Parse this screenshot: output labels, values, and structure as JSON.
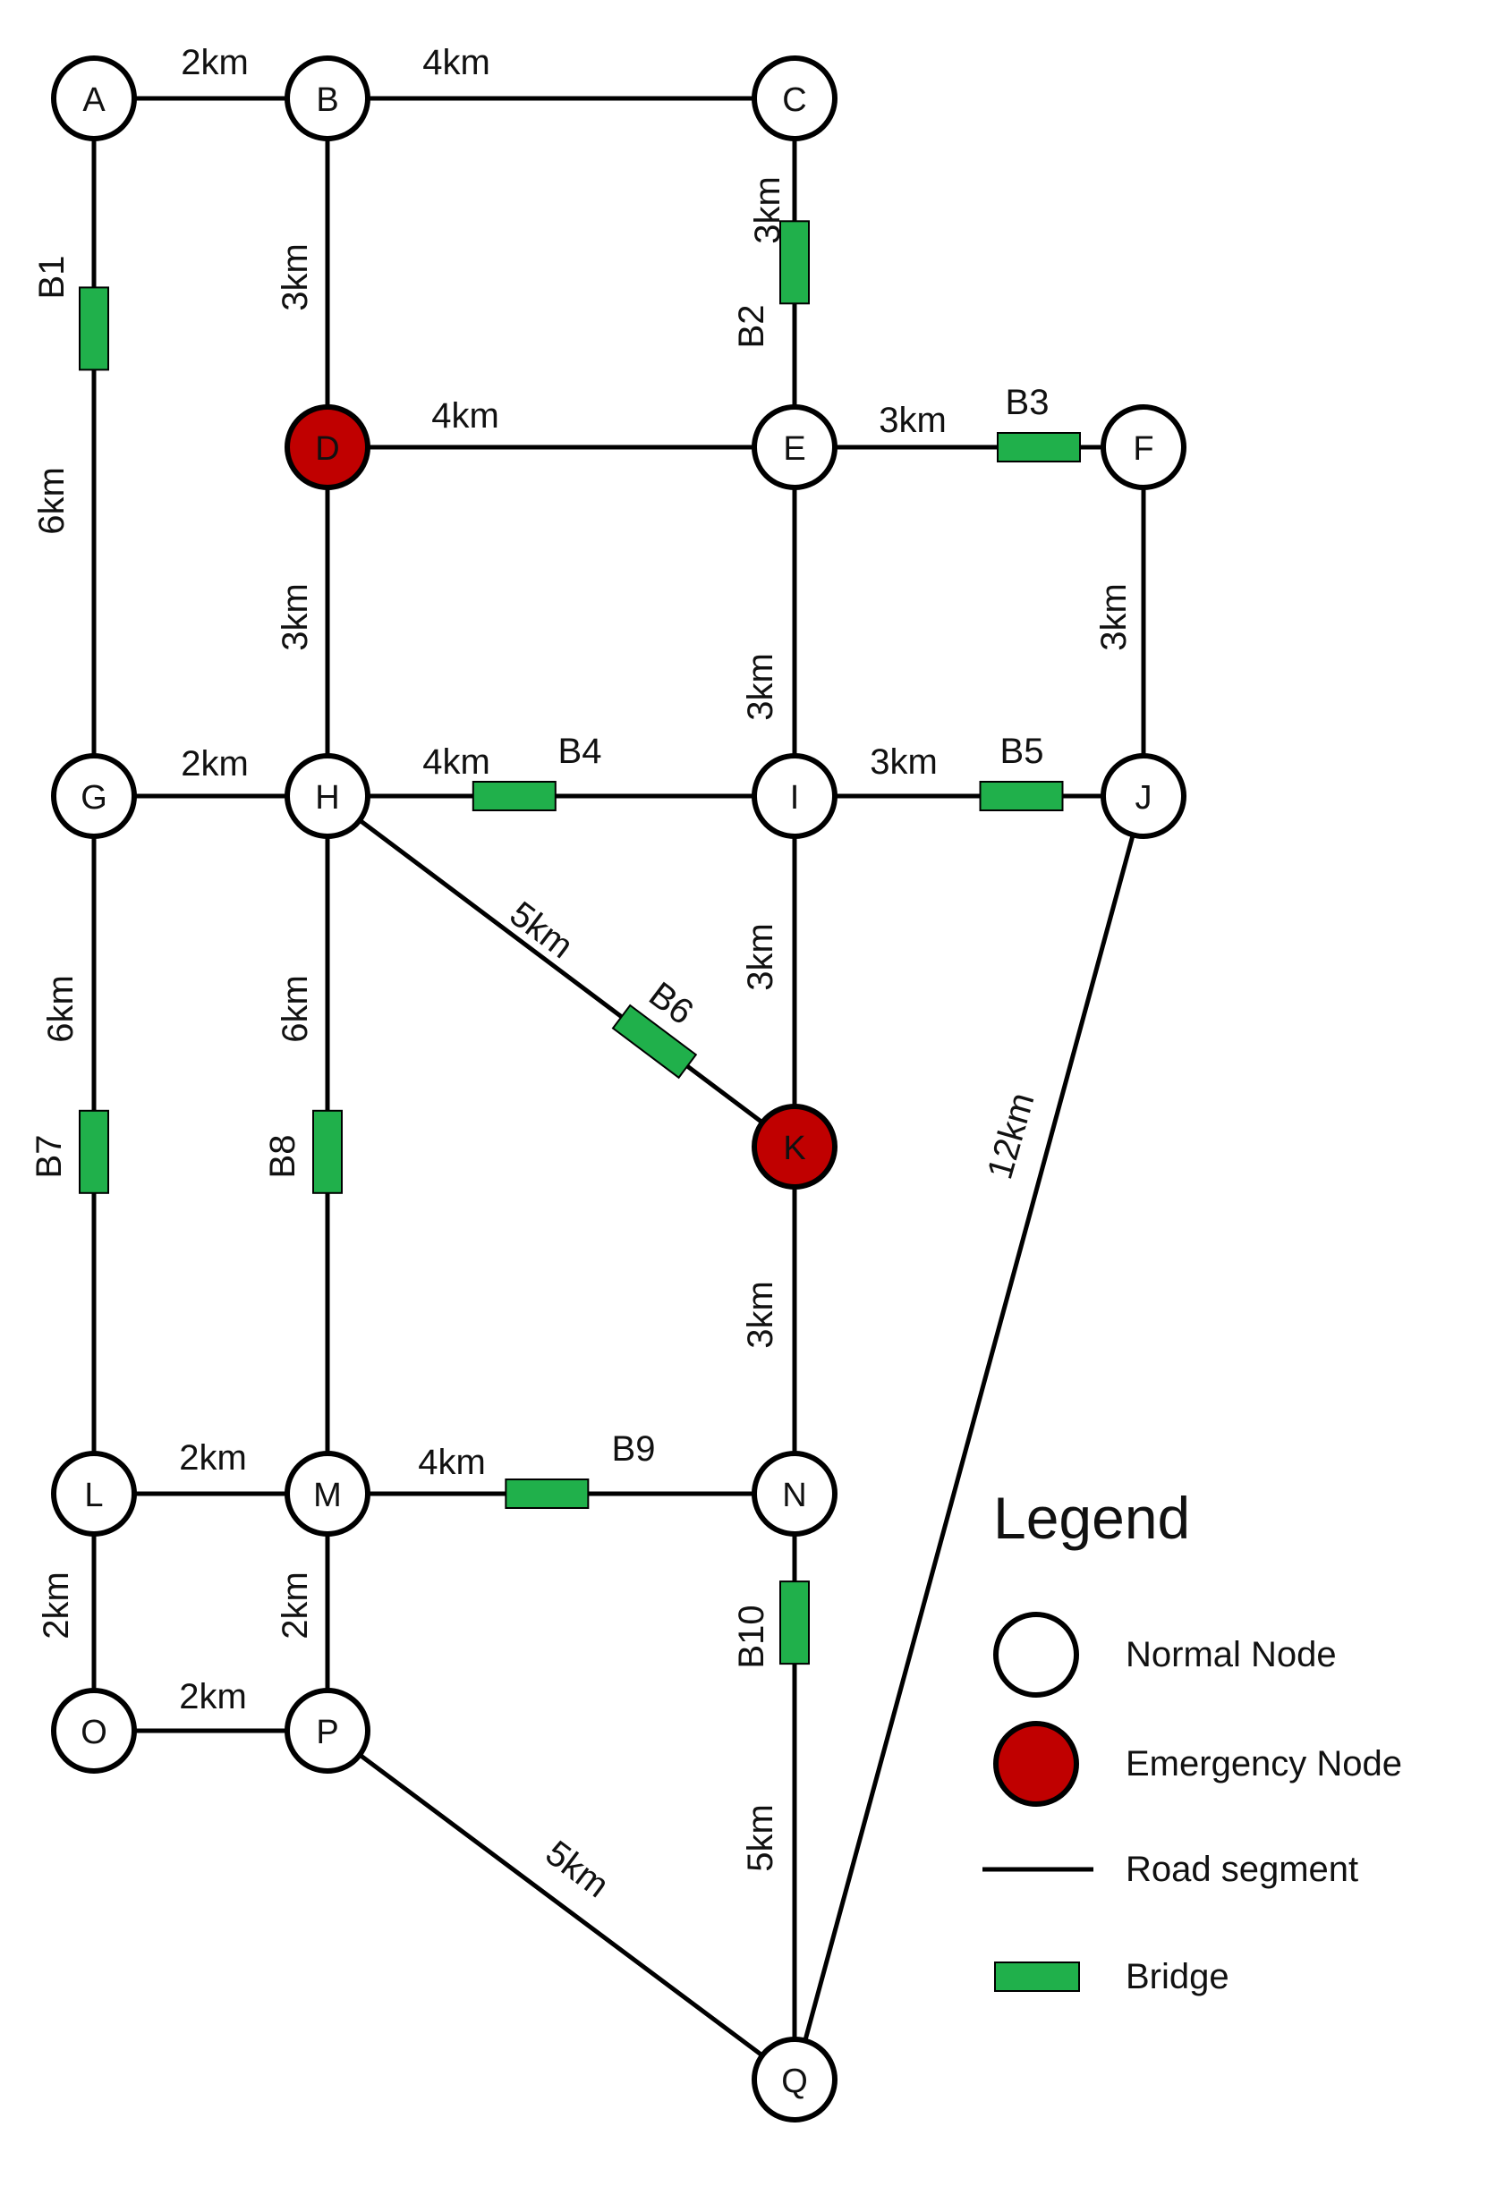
{
  "colors": {
    "normal_node": "#ffffff",
    "emergency_node": "#c00000",
    "bridge": "#20b04b",
    "road": "#000000"
  },
  "nodes": [
    {
      "id": "A",
      "type": "normal"
    },
    {
      "id": "B",
      "type": "normal"
    },
    {
      "id": "C",
      "type": "normal"
    },
    {
      "id": "D",
      "type": "emergency"
    },
    {
      "id": "E",
      "type": "normal"
    },
    {
      "id": "F",
      "type": "normal"
    },
    {
      "id": "G",
      "type": "normal"
    },
    {
      "id": "H",
      "type": "normal"
    },
    {
      "id": "I",
      "type": "normal"
    },
    {
      "id": "J",
      "type": "normal"
    },
    {
      "id": "K",
      "type": "emergency"
    },
    {
      "id": "L",
      "type": "normal"
    },
    {
      "id": "M",
      "type": "normal"
    },
    {
      "id": "N",
      "type": "normal"
    },
    {
      "id": "O",
      "type": "normal"
    },
    {
      "id": "P",
      "type": "normal"
    },
    {
      "id": "Q",
      "type": "normal"
    }
  ],
  "edges": [
    {
      "from": "A",
      "to": "B",
      "length": "2km"
    },
    {
      "from": "B",
      "to": "C",
      "length": "4km"
    },
    {
      "from": "A",
      "to": "G",
      "length": "6km",
      "bridge": "B1"
    },
    {
      "from": "B",
      "to": "D",
      "length": "3km"
    },
    {
      "from": "C",
      "to": "E",
      "length": "3km",
      "bridge": "B2"
    },
    {
      "from": "D",
      "to": "E",
      "length": "4km"
    },
    {
      "from": "E",
      "to": "F",
      "length": "3km",
      "bridge": "B3"
    },
    {
      "from": "D",
      "to": "H",
      "length": "3km"
    },
    {
      "from": "E",
      "to": "I",
      "length": "3km"
    },
    {
      "from": "F",
      "to": "J",
      "length": "3km"
    },
    {
      "from": "G",
      "to": "H",
      "length": "2km"
    },
    {
      "from": "H",
      "to": "I",
      "length": "4km",
      "bridge": "B4"
    },
    {
      "from": "I",
      "to": "J",
      "length": "3km",
      "bridge": "B5"
    },
    {
      "from": "H",
      "to": "K",
      "length": "5km",
      "bridge": "B6"
    },
    {
      "from": "I",
      "to": "K",
      "length": "3km"
    },
    {
      "from": "J",
      "to": "Q",
      "length": "12km"
    },
    {
      "from": "G",
      "to": "L",
      "length": "6km",
      "bridge": "B7"
    },
    {
      "from": "H",
      "to": "M",
      "length": "6km",
      "bridge": "B8"
    },
    {
      "from": "K",
      "to": "N",
      "length": "3km"
    },
    {
      "from": "L",
      "to": "M",
      "length": "2km"
    },
    {
      "from": "M",
      "to": "N",
      "length": "4km",
      "bridge": "B9"
    },
    {
      "from": "L",
      "to": "O",
      "length": "2km"
    },
    {
      "from": "M",
      "to": "P",
      "length": "2km"
    },
    {
      "from": "N",
      "to": "Q",
      "length": "5km",
      "bridge": "B10"
    },
    {
      "from": "O",
      "to": "P",
      "length": "2km"
    },
    {
      "from": "P",
      "to": "Q",
      "length": "5km"
    }
  ],
  "legend": {
    "title": "Legend",
    "items": [
      {
        "key": "normal",
        "label": "Normal Node"
      },
      {
        "key": "emergency",
        "label": "Emergency Node"
      },
      {
        "key": "road",
        "label": "Road segment"
      },
      {
        "key": "bridge",
        "label": "Bridge"
      }
    ]
  }
}
